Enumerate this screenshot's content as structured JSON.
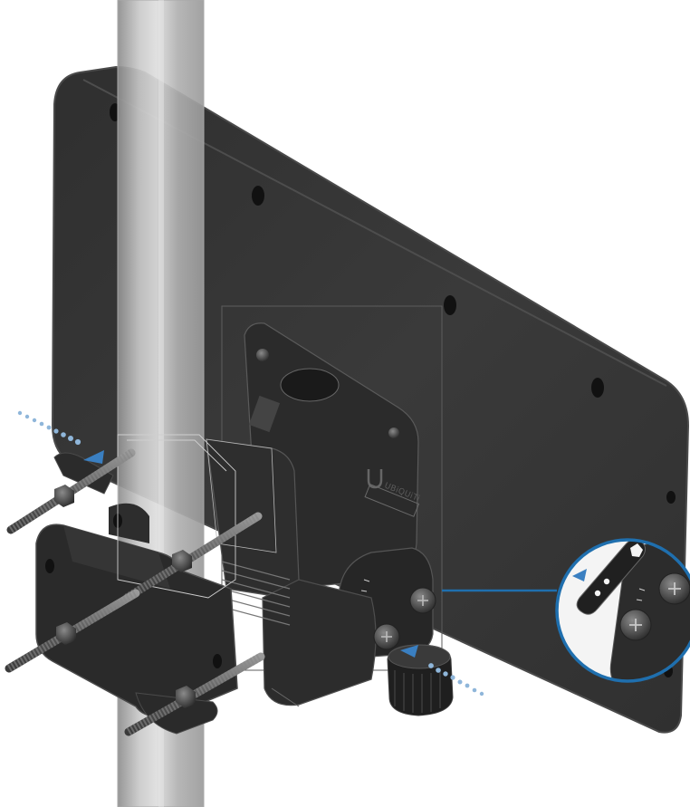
{
  "diagram": {
    "panel": {
      "logo_text": "UBiQUiTi"
    },
    "colors": {
      "background": "#ffffff",
      "panel": "#363636",
      "panel_edge": "#4a4a4a",
      "pole": "#b5b5b5",
      "pole_highlight": "#d9d9d9",
      "pole_shadow": "#8d8d8d",
      "bracket": "#2a2a2a",
      "bolt": "#5e5e5e",
      "outline": "#bfbfbf",
      "callout": "#1f6fae",
      "arrow": "#3a7fc1",
      "arrow_dots": "#8fb6da"
    },
    "icons": {
      "pole": "metal-pole",
      "panel": "antenna-panel",
      "bracket": "pole-mount-bracket",
      "clamp": "pole-clamp",
      "bolts": "carriage-bolt",
      "nuts": "hex-nut",
      "arrows": "direction-arrow",
      "callout": "zoom-callout",
      "wrench": "wrench-icon",
      "connector": "weatherproof-connector"
    }
  }
}
